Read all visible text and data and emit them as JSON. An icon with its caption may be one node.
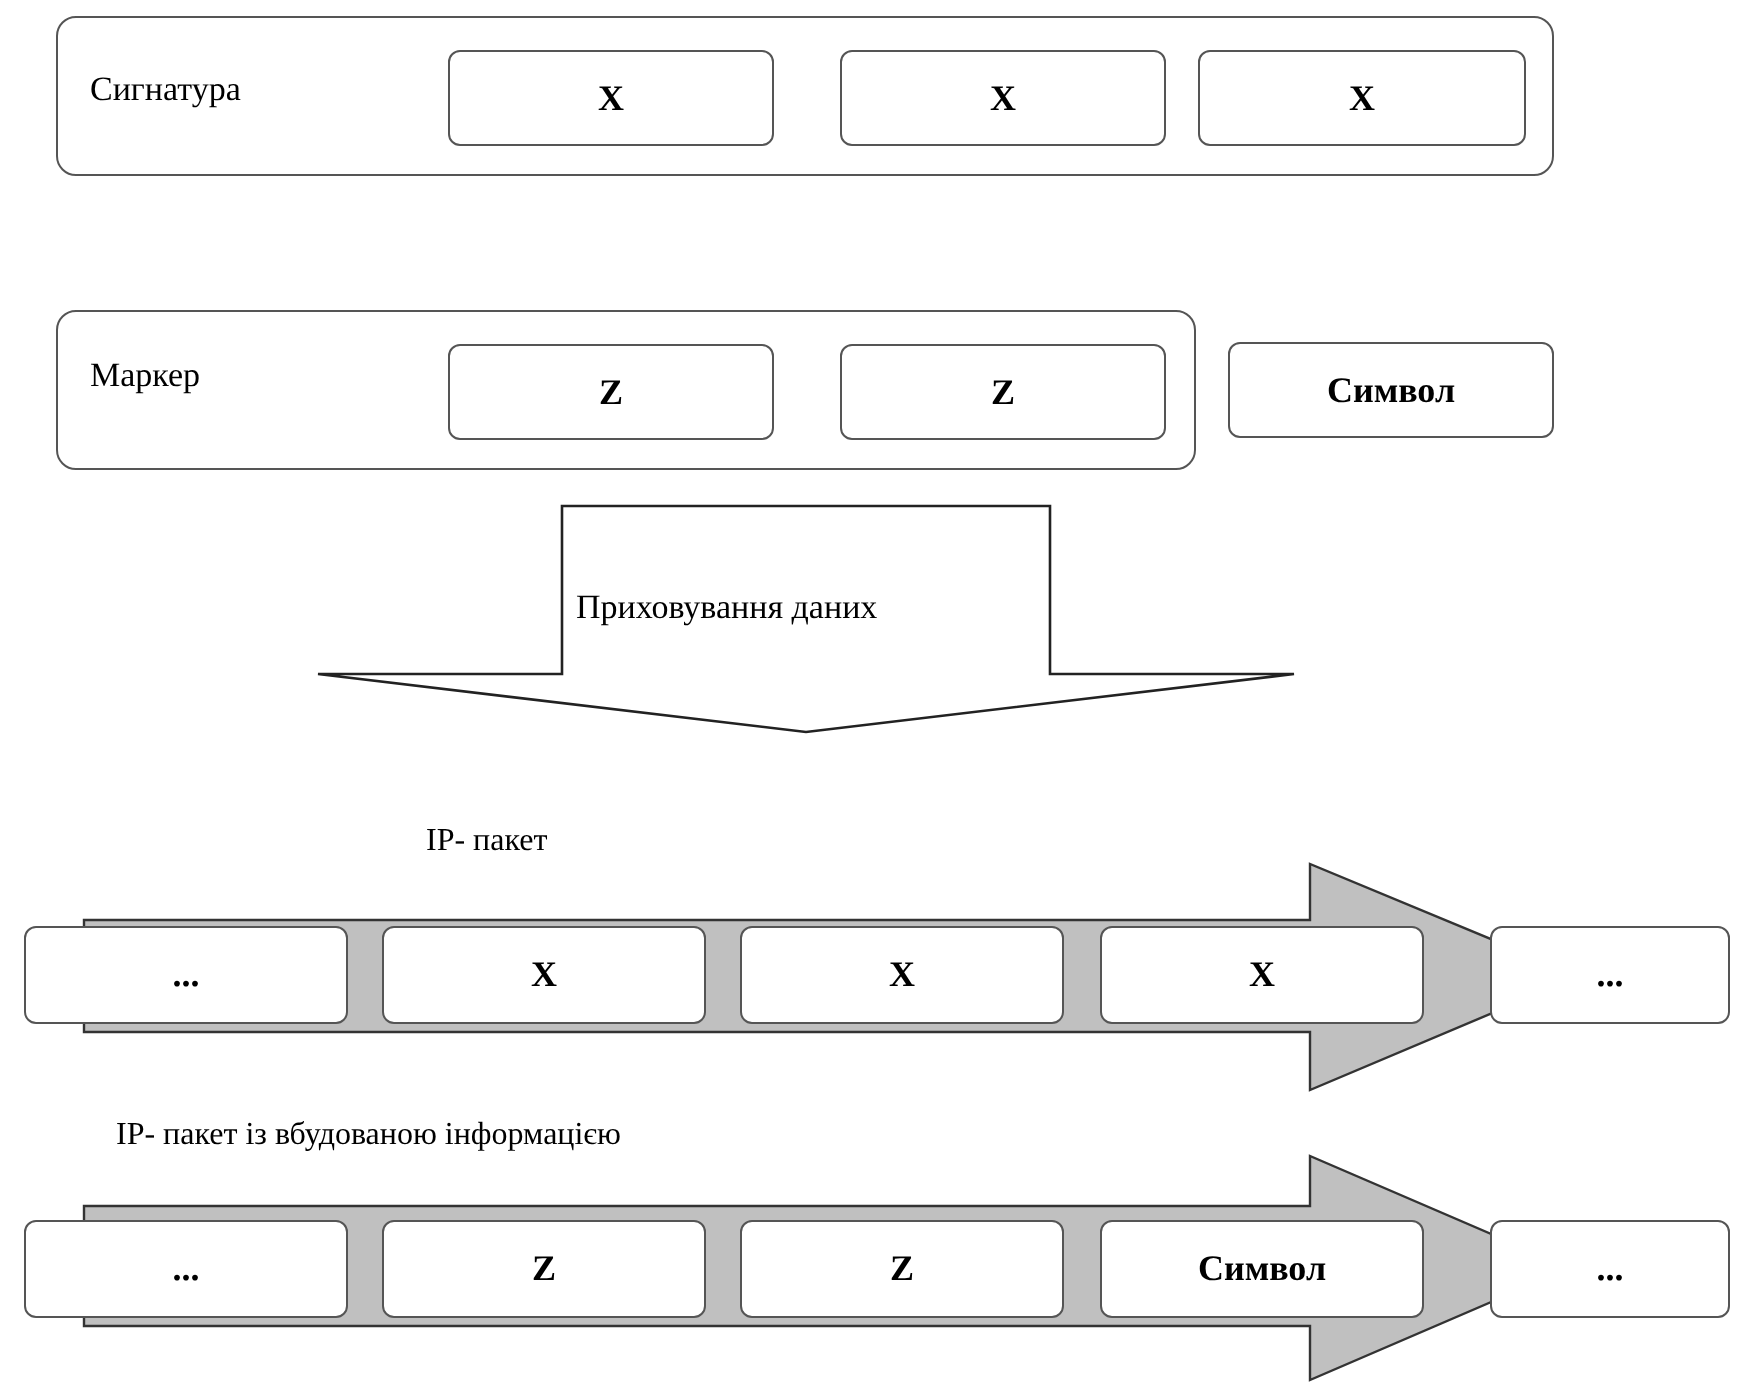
{
  "diagram": {
    "nodes": [
      {
        "text": [
          "Сигнатура"
        ]
      },
      {
        "text": [
          "X"
        ],
        "in": 0
      },
      {
        "text": [
          "X"
        ],
        "in": 0
      },
      {
        "text": [
          "X"
        ],
        "in": 0
      },
      {
        "text": [
          "Маркер"
        ]
      },
      {
        "text": [
          "Z"
        ],
        "in": 4
      },
      {
        "text": [
          "Z"
        ],
        "in": 4
      },
      {
        "text": [
          "Символ"
        ]
      },
      {
        "text": [
          "Приховування даних"
        ]
      },
      {
        "text": [
          "IP- пакет"
        ]
      },
      {
        "text": [
          "..."
        ]
      },
      {
        "text": [
          "X"
        ],
        "in": 9
      },
      {
        "text": [
          "X"
        ],
        "in": 9
      },
      {
        "text": [
          "X"
        ],
        "in": 9
      },
      {
        "text": [
          "..."
        ]
      },
      {
        "text": [
          "IP- пакет із вбудованою інформацією"
        ]
      },
      {
        "text": [
          "..."
        ]
      },
      {
        "text": [
          "Z"
        ],
        "in": 15
      },
      {
        "text": [
          "Z"
        ],
        "in": 15
      },
      {
        "text": [
          "Символ"
        ],
        "in": 15
      },
      {
        "text": [
          "..."
        ]
      }
    ]
  }
}
